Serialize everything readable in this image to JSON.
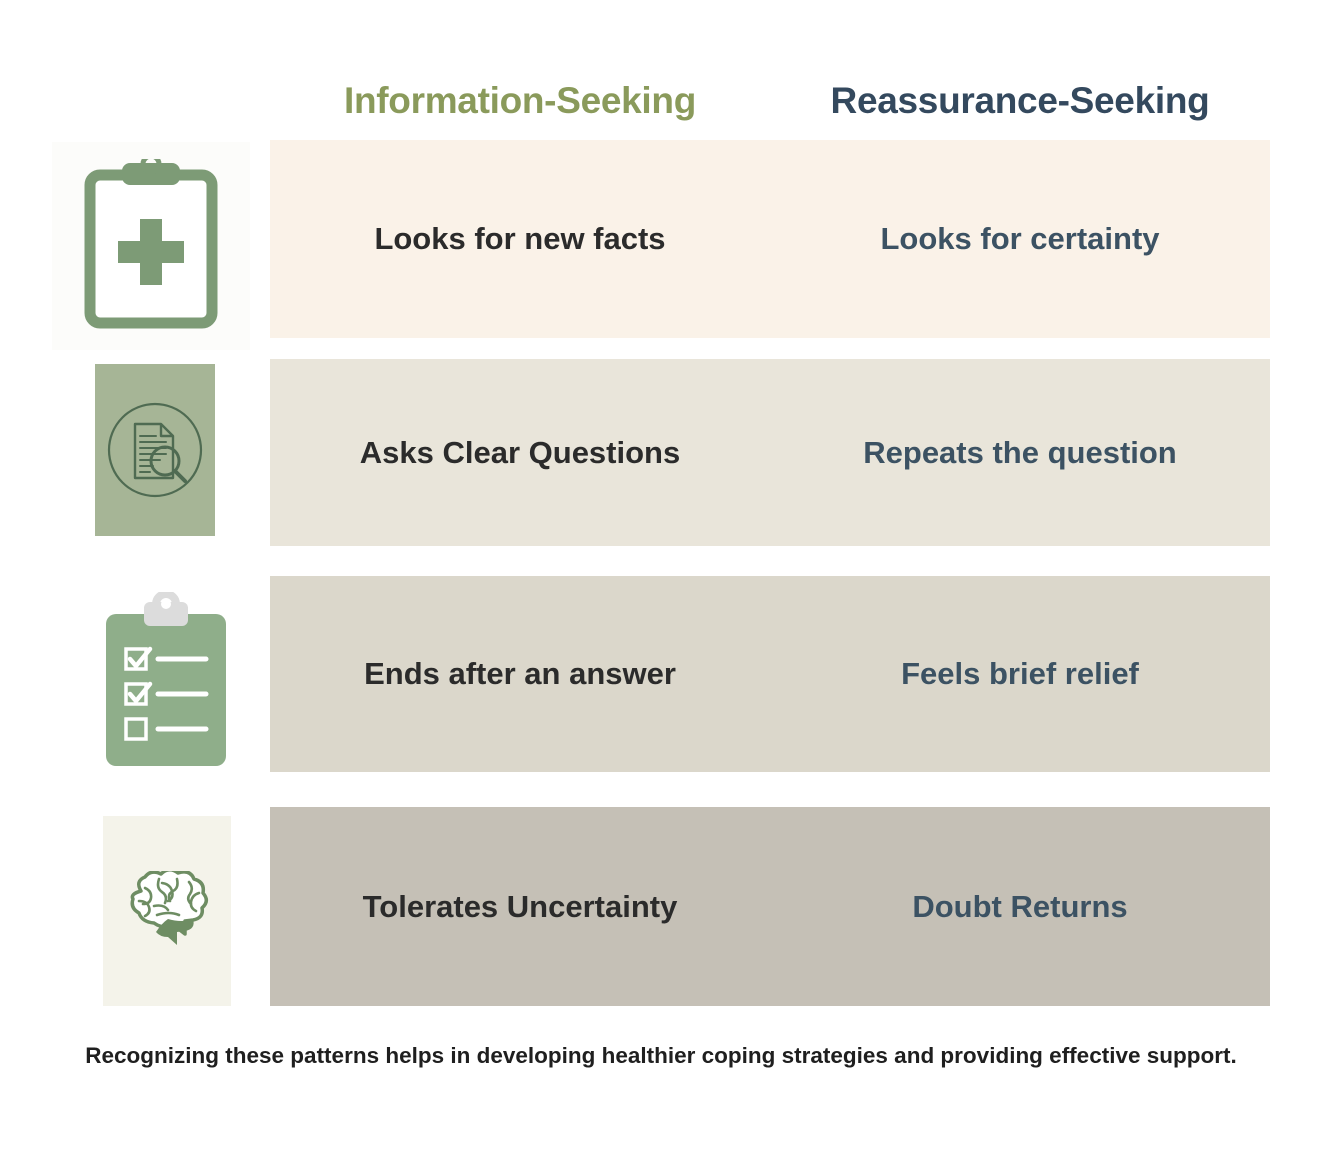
{
  "header": {
    "columns": [
      {
        "label": "Information-Seeking",
        "color": "#8a9a5b"
      },
      {
        "label": "Reassurance-Seeking",
        "color": "#34495e"
      }
    ]
  },
  "rows": [
    {
      "icon": "clipboard-medical-cross-icon",
      "left": "Looks for new facts",
      "right": "Looks for certainty",
      "band_color": "#faf2e8"
    },
    {
      "icon": "document-magnifier-icon",
      "left": "Asks Clear Questions",
      "right": "Repeats the question",
      "band_color": "#e9e5da"
    },
    {
      "icon": "clipboard-checklist-icon",
      "left": "Ends after an answer",
      "right": "Feels brief relief",
      "band_color": "#dbd7cb"
    },
    {
      "icon": "brain-icon",
      "left": "Tolerates Uncertainty",
      "right": "Doubt Returns",
      "band_color": "#c5c0b6"
    }
  ],
  "footer": {
    "caption": "Recognizing these patterns helps in developing healthier coping strategies and providing effective support."
  },
  "palette": {
    "accent_green": "#8a9a5b",
    "icon_green": "#7d9b76",
    "slate": "#34495e",
    "tile_green": "#a6b596",
    "tile_cream": "#f4f3ea",
    "text_dark": "#2b2b2b",
    "background": "#ffffff"
  }
}
